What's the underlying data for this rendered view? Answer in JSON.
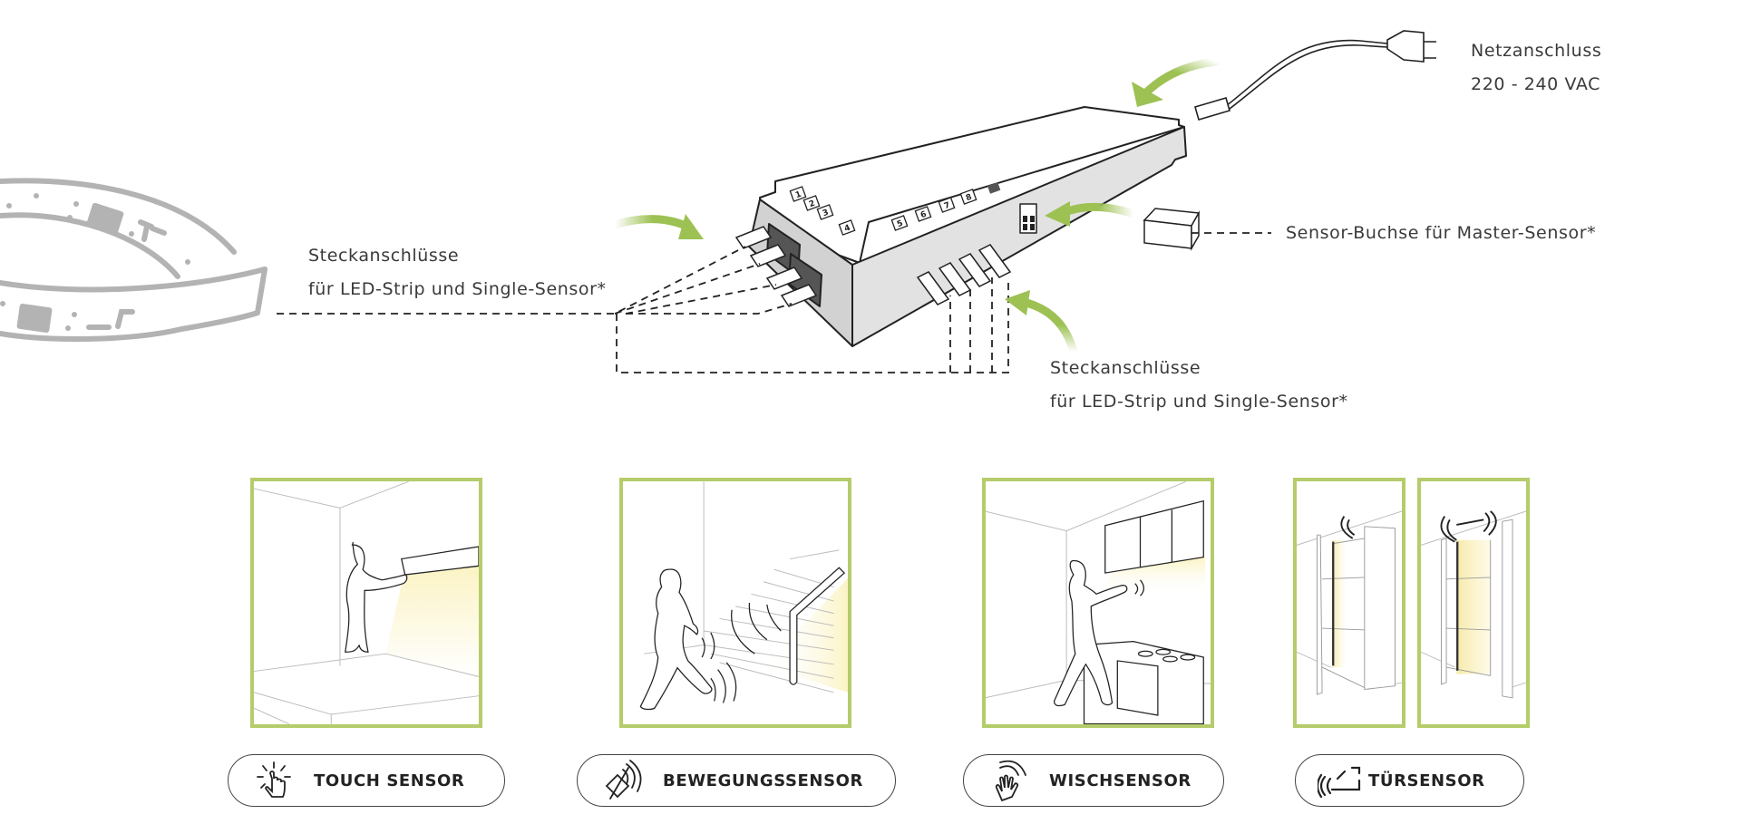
{
  "labels": {
    "power": {
      "title": "Netzanschluss",
      "value": "220 - 240 VAC"
    },
    "master_sensor": "Sensor-Buchse für Master-Sensor*",
    "left_ports": {
      "title": "Steckanschlüsse",
      "subtitle": "für LED-Strip und Single-Sensor*"
    },
    "bottom_ports": {
      "title": "Steckanschlüsse",
      "subtitle": "für LED-Strip und Single-Sensor*"
    }
  },
  "device": {
    "port_numbers": [
      "1",
      "2",
      "3",
      "4",
      "5",
      "6",
      "7",
      "8"
    ]
  },
  "sensors": [
    {
      "label": "TOUCH SENSOR",
      "icon": "touch-hand-icon"
    },
    {
      "label": "BEWEGUNGSSENSOR",
      "icon": "motion-wave-icon"
    },
    {
      "label": "WISCHSENSOR",
      "icon": "wave-hand-icon"
    },
    {
      "label": "TÜRSENSOR",
      "icon": "door-sensor-icon"
    }
  ],
  "colors": {
    "accent_green": "#b5cc6a",
    "arrow_green": "#9dc153",
    "light_glow": "#fbf3c4",
    "strip_gray": "#b3b3b3",
    "device_side": "#e2e2e2"
  }
}
